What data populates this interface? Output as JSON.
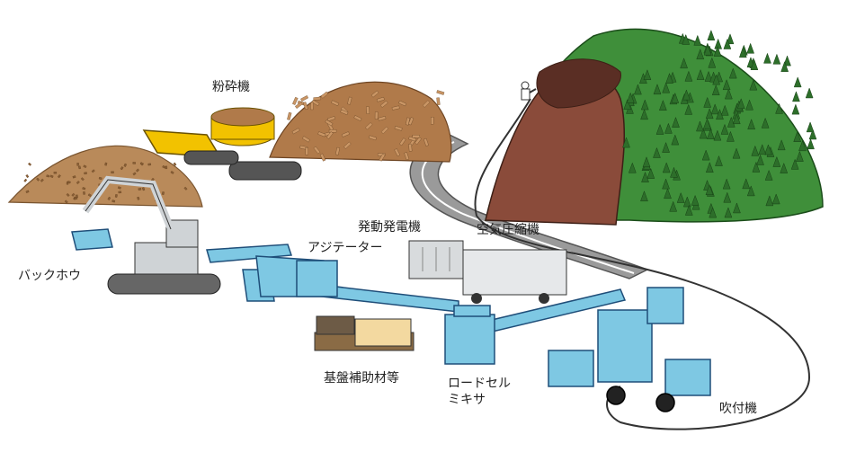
{
  "labels": {
    "crusher": "粉砕機",
    "backhoe": "バックホウ",
    "agitator": "アジテーター",
    "generator": "発動発電機",
    "compressor": "空気圧縮機",
    "base_material": "基盤補助材等",
    "loadcell_mixer_line1": "ロードセル",
    "loadcell_mixer_line2": "ミキサ",
    "sprayer": "吹付機"
  },
  "colors": {
    "conveyor_blue": "#7ec8e3",
    "conveyor_outline": "#1f4e79",
    "crusher_yellow": "#f2c200",
    "forest_green": "#3f8f3a",
    "slope_brown": "#8a4b3a",
    "chip_pile": "#b98a5a",
    "log_pile": "#b07a4a",
    "machine_grey": "#cfd3d6"
  },
  "icons": {
    "worker": "worker-icon",
    "hose": "hose-icon"
  }
}
